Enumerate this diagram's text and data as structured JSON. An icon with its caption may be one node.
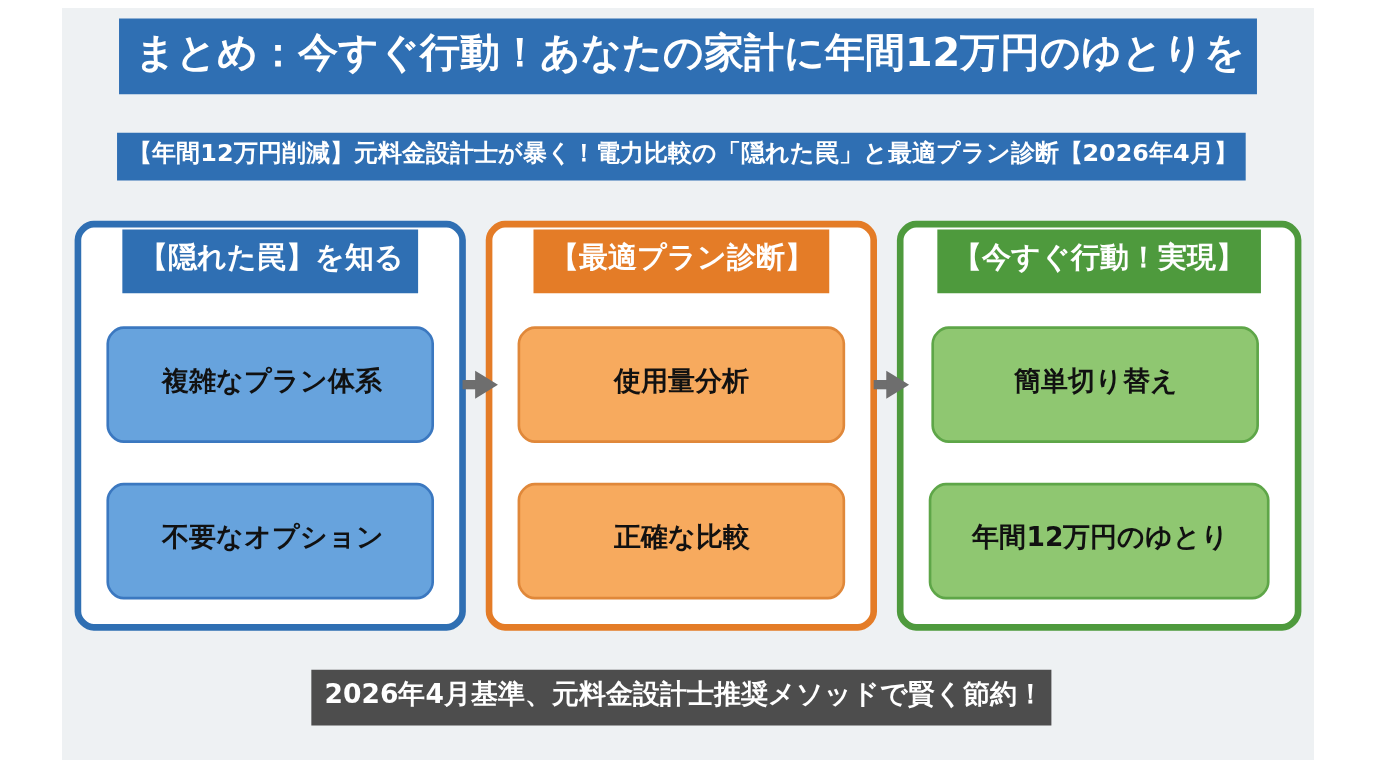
{
  "diagram": {
    "title": "まとめ：今すぐ行動！あなたの家計に年間12万円のゆとりを",
    "caption": "2026年4月基準、元料金設計士推奨メソッドで賢く節約！",
    "nodes": [
      {
        "text": [
          "【隠れた罠】を知る"
        ]
      },
      {
        "text": [
          "複雑なプラン体系"
        ],
        "in": 0
      },
      {
        "text": [
          "不要なオプション"
        ],
        "in": 0
      },
      {
        "text": [
          "【最適プラン診断】"
        ]
      },
      {
        "text": [
          "使用量分析"
        ],
        "in": 3
      },
      {
        "text": [
          "正確な比較"
        ],
        "in": 3
      },
      {
        "text": [
          "【今すぐ行動！実現】"
        ]
      },
      {
        "text": [
          "簡単切り替え"
        ],
        "in": 6
      },
      {
        "text": [
          "年間12万円のゆとり"
        ],
        "in": 6
      }
    ],
    "edges": [
      {
        "from": 0,
        "to": 3,
        "arrow": "to"
      },
      {
        "from": 3,
        "to": 6,
        "arrow": "to"
      }
    ],
    "labels": [
      "【年間12万円削減】元料金設計士が暴く！電力比較の「隠れた罠」と最適プラン診断【2026年4月】"
    ]
  }
}
